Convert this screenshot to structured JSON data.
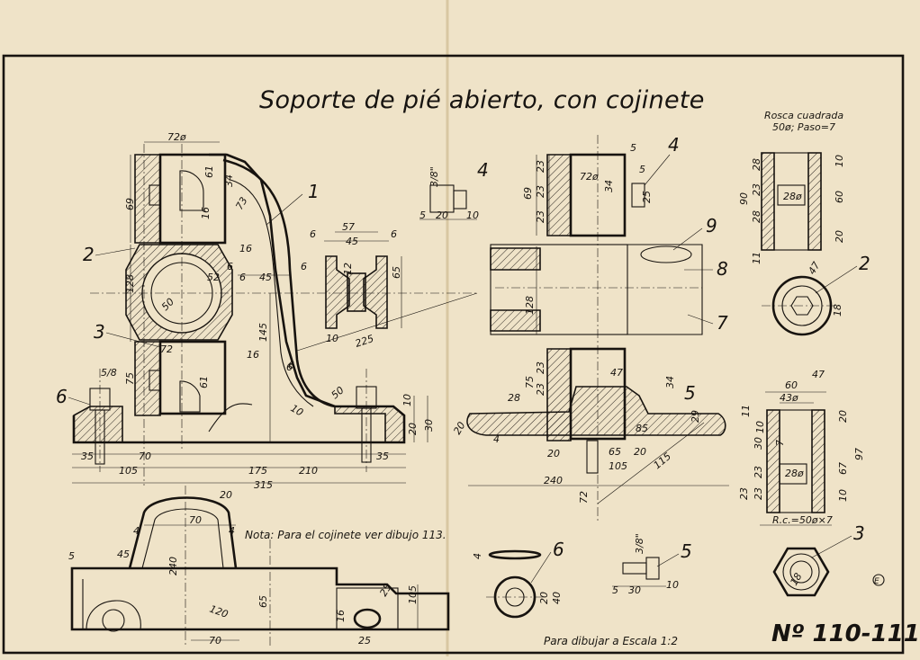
{
  "title": "Soporte de pié abierto, con cojinete",
  "note": "Nota: Para el cojinete ver dibujo 113.",
  "scale_note": "Para dibujar a Escala 1:2",
  "sheet_number": "Nº 110-111",
  "thread_note": {
    "line1": "Rosca cuadrada",
    "line2": "50ø; Paso=7"
  },
  "part_numbers": [
    "1",
    "2",
    "3",
    "4",
    "5",
    "6",
    "7",
    "8",
    "9",
    "2",
    "3",
    "4",
    "5",
    "6"
  ],
  "dimensions": {
    "left_view": [
      "72ø",
      "69",
      "61",
      "34",
      "73",
      "16",
      "16",
      "128",
      "6",
      "52",
      "6",
      "45",
      "6",
      "50",
      "72",
      "16",
      "6",
      "75",
      "145",
      "61",
      "5/8",
      "225",
      "6",
      "10",
      "50",
      "175",
      "70",
      "35",
      "105",
      "210",
      "35",
      "315",
      "20",
      "30",
      "10"
    ],
    "section": [
      "57",
      "6",
      "45",
      "6",
      "65",
      "12",
      "10"
    ],
    "bolt4": [
      "3/8\"",
      "5",
      "20",
      "10"
    ],
    "right_view": [
      "5",
      "69",
      "23",
      "23",
      "23",
      "72ø",
      "34",
      "25",
      "5",
      "128",
      "23",
      "23",
      "75",
      "28",
      "47",
      "34",
      "85",
      "20",
      "4",
      "65",
      "20",
      "105",
      "20",
      "240",
      "115",
      "72",
      "29"
    ],
    "nut2": [
      "90",
      "28",
      "23",
      "28",
      "28ø",
      "60",
      "10",
      "20",
      "11",
      "47",
      "18"
    ],
    "nut3": [
      "60",
      "47",
      "43ø",
      "20",
      "11",
      "10",
      "30",
      "23",
      "23",
      "23",
      "7",
      "28ø",
      "67",
      "97",
      "10",
      "R.c.=50ø×7",
      "18"
    ],
    "plan_view": [
      "20",
      "70",
      "4",
      "4",
      "45",
      "5",
      "240",
      "120",
      "65",
      "70",
      "105",
      "16",
      "25",
      "25"
    ],
    "washer6": [
      "4",
      "20",
      "40"
    ],
    "bolt5": [
      "3/8\"",
      "5",
      "30",
      "10"
    ]
  }
}
